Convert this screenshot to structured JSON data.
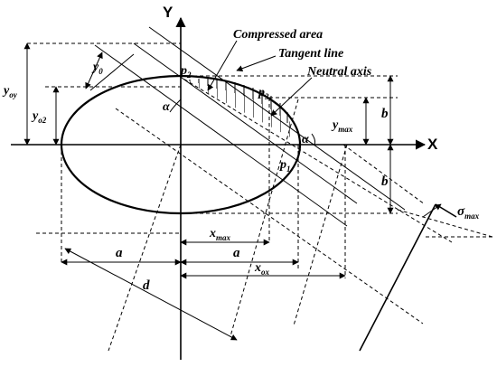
{
  "axes": {
    "x_label": "X",
    "y_label": "Y"
  },
  "callouts": {
    "compressed_area": "Compressed area",
    "tangent_line": "Tangent line",
    "neutral_axis": "Neutral axis"
  },
  "points": {
    "p1": "p",
    "p1_sub": "1",
    "p2": "p",
    "p2_sub": "2",
    "p3": "p",
    "p3_sub": "3"
  },
  "dimensions": {
    "y_oy": "y",
    "y_oy_sub": "oy",
    "y_o2": "y",
    "y_o2_sub": "o2",
    "y_0": "y",
    "y_0_sub": "0",
    "y_max": "y",
    "y_max_sub": "max",
    "b_top": "b",
    "b_bottom": "b",
    "x_max": "x",
    "x_max_sub": "max",
    "a_left": "a",
    "a_right": "a",
    "x_ox": "x",
    "x_ox_sub": "ox",
    "d": "d",
    "sigma_max": "σ",
    "sigma_max_sub": "max"
  },
  "angles": {
    "alpha_left": "α",
    "alpha_right": "α"
  }
}
